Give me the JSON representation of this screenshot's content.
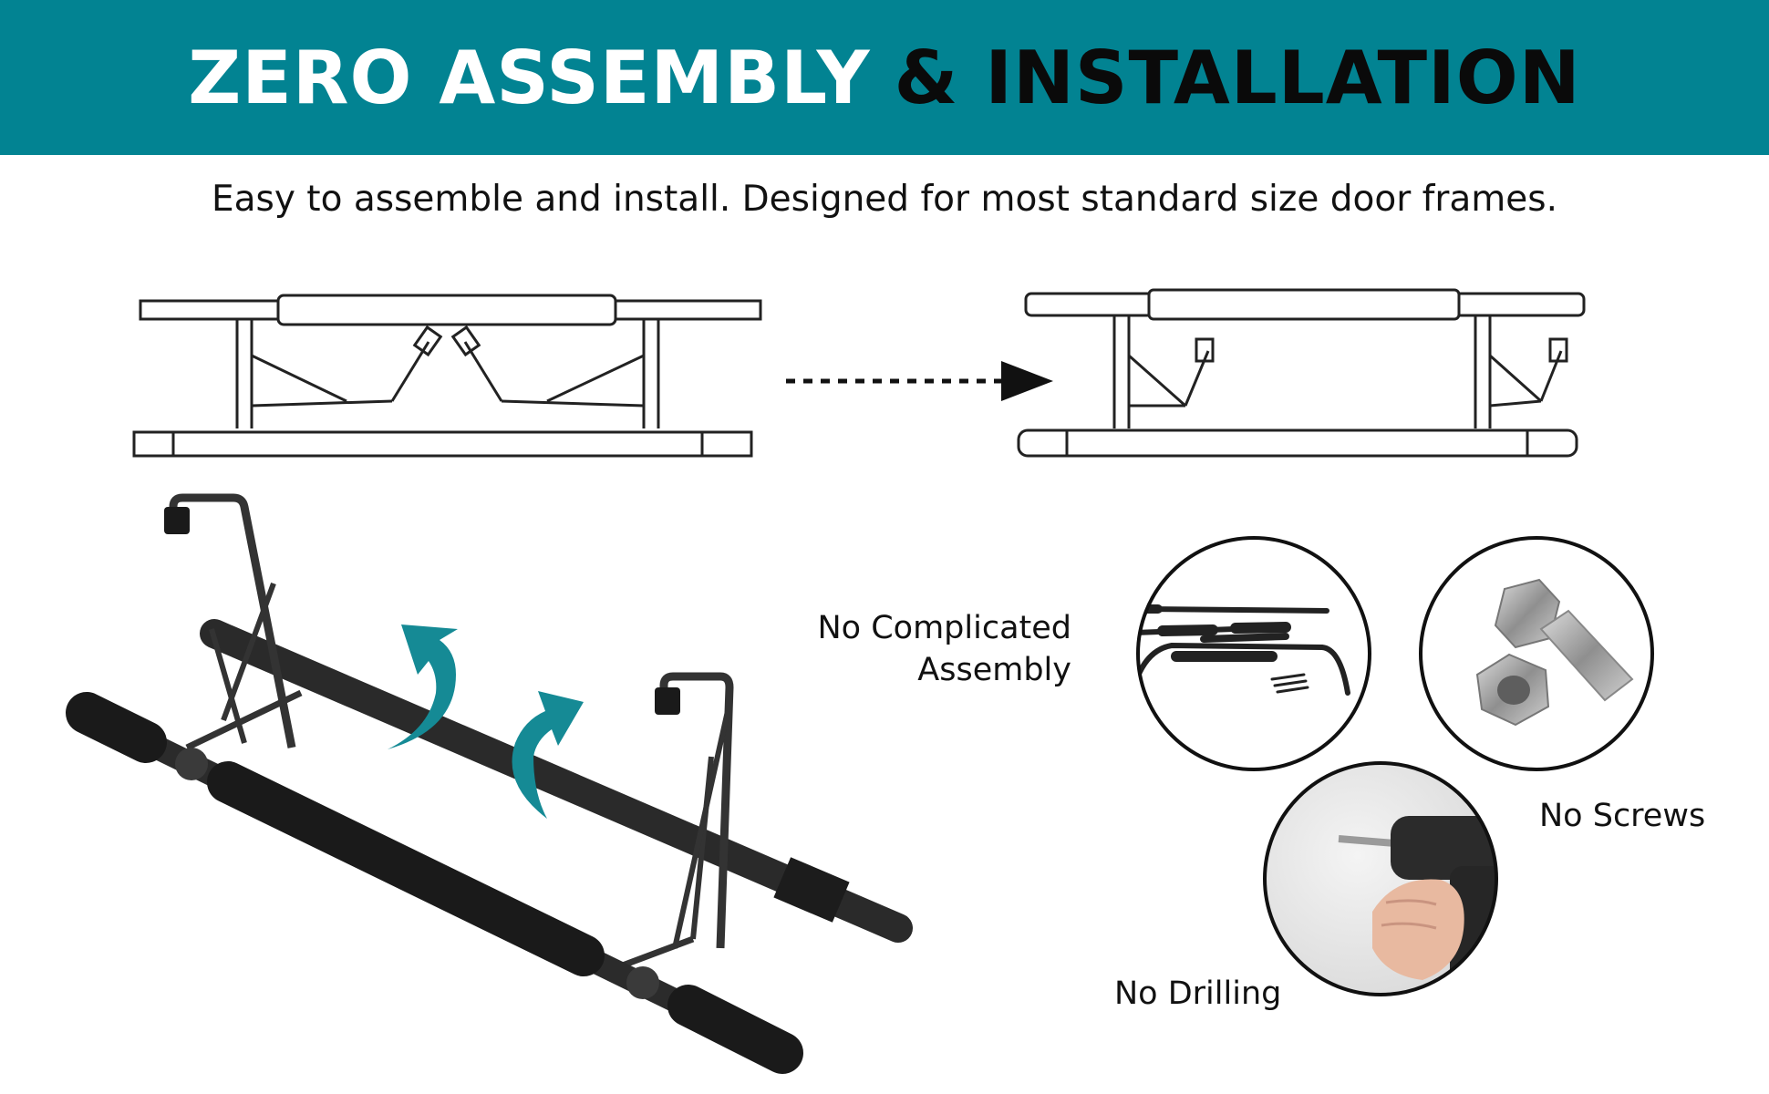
{
  "header": {
    "title_part1": "ZERO ASSEMBLY",
    "title_part2": "& INSTALLATION"
  },
  "subtitle": "Easy to assemble and install. Designed for most standard size door frames.",
  "features": {
    "assembly_line1": "No Complicated",
    "assembly_line2": "Assembly",
    "screws": "No Screws",
    "drilling": "No Drilling"
  },
  "colors": {
    "banner": "#028392",
    "arrow_teal": "#158a95",
    "bar_black": "#1c1c1c"
  },
  "icons": [
    "dotted-arrow-icon",
    "curved-arrow-icon",
    "bolt-nut-icon",
    "drill-icon",
    "bar-parts-icon"
  ]
}
